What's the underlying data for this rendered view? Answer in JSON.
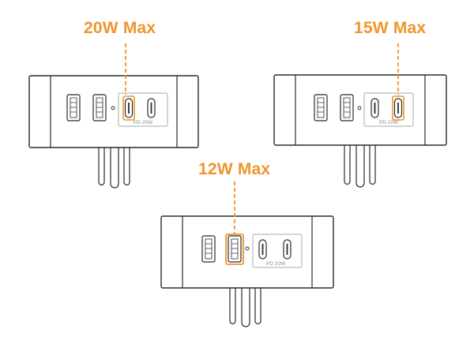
{
  "colors": {
    "accent": "#f0942a",
    "outline": "#2b2b2b",
    "panel": "#aaaaaa",
    "background": "#ffffff"
  },
  "chargers": [
    {
      "label": "20W Max",
      "pd_label": "PD 20W",
      "ports": [
        "usb-a",
        "usb-a",
        "usb-c",
        "usb-c"
      ],
      "highlighted_port": "usb-c-1"
    },
    {
      "label": "15W Max",
      "pd_label": "PD 20W",
      "ports": [
        "usb-a",
        "usb-a",
        "usb-c",
        "usb-c"
      ],
      "highlighted_port": "usb-c-2"
    },
    {
      "label": "12W Max",
      "pd_label": "PD 20W",
      "ports": [
        "usb-a",
        "usb-a",
        "usb-c",
        "usb-c"
      ],
      "highlighted_port": "usb-a-2"
    }
  ]
}
